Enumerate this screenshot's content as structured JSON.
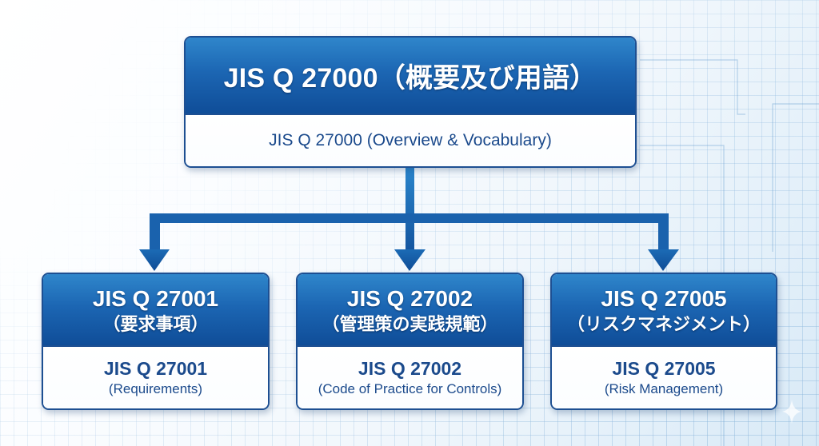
{
  "diagram": {
    "type": "hierarchy",
    "colors": {
      "header_top": "#2f86cb",
      "header_bottom": "#0f4d98",
      "border": "#1d4f92",
      "body_text": "#1b4a8c",
      "connector": "#1a62ad",
      "background": "#f1f7fc"
    },
    "root": {
      "title_ja": "JIS Q 27000（概要及び用語）",
      "title_en": "JIS Q 27000 (Overview & Vocabulary)"
    },
    "children": [
      {
        "code": "JIS Q 27001",
        "title_ja": "（要求事項）",
        "code_en": "JIS Q 27001",
        "title_en": "(Requirements)"
      },
      {
        "code": "JIS Q 27002",
        "title_ja": "（管理策の実践規範）",
        "code_en": "JIS Q 27002",
        "title_en": "(Code of Practice for Controls)"
      },
      {
        "code": "JIS Q 27005",
        "title_ja": "（リスクマネジメント）",
        "code_en": "JIS Q 27005",
        "title_en": "(Risk Management)"
      }
    ],
    "edges": [
      {
        "from": "root",
        "to": "children.0"
      },
      {
        "from": "root",
        "to": "children.1"
      },
      {
        "from": "root",
        "to": "children.2"
      }
    ],
    "decorations": {
      "background_icon": "grid-pattern",
      "corner_icon": "sparkle-icon"
    }
  }
}
